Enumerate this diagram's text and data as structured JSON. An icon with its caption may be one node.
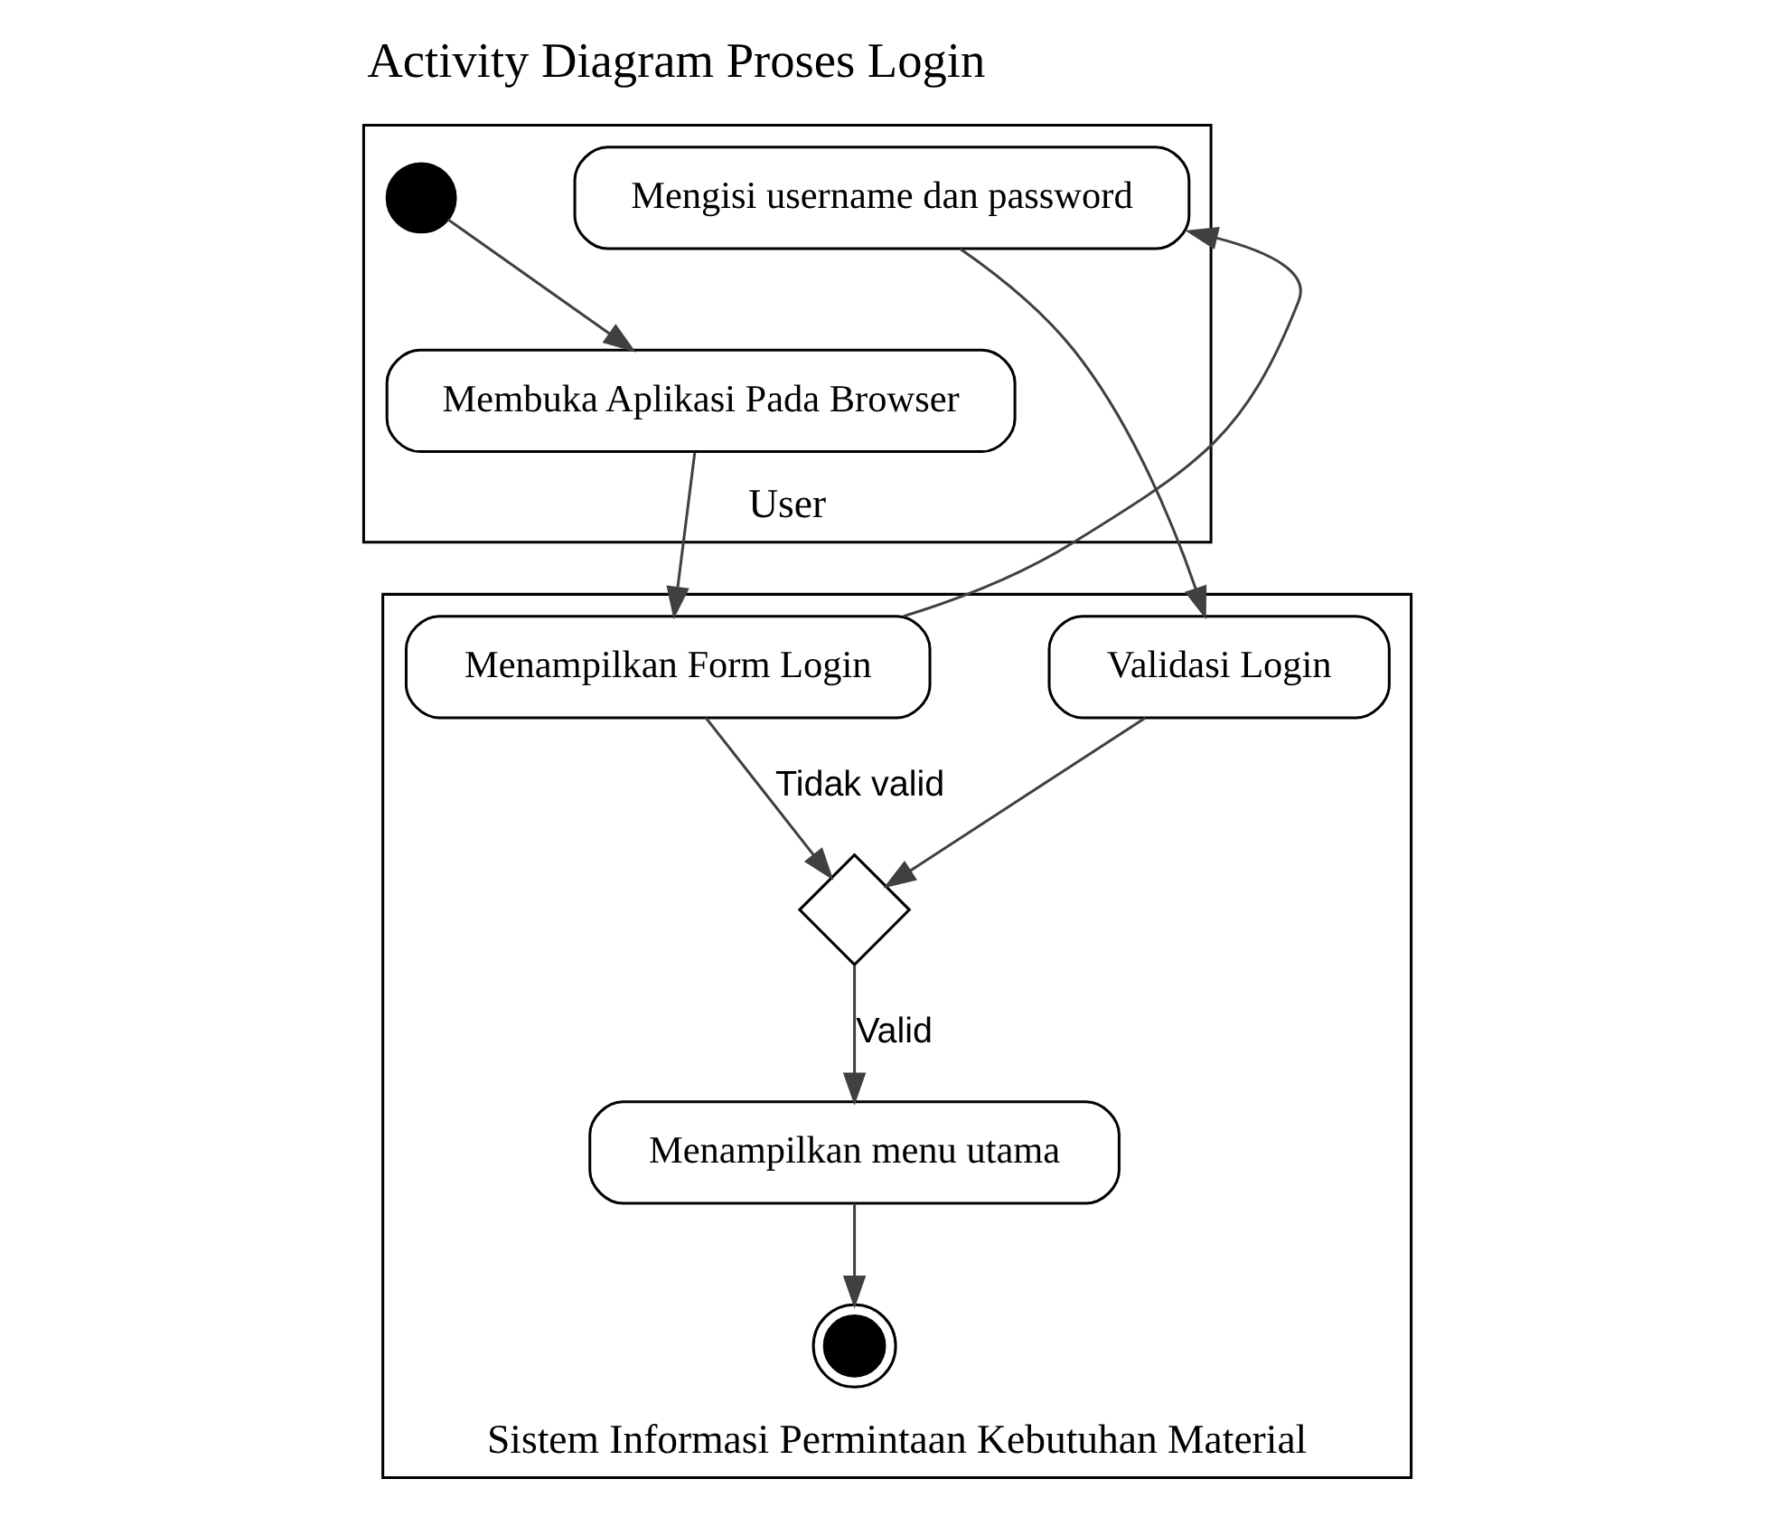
{
  "diagram": {
    "title": "Activity Diagram Proses Login",
    "nodes": [
      {
        "text": [
          "User"
        ]
      },
      {
        "text": [
          "Sistem Informasi Permintaan Kebutuhan Material"
        ]
      },
      {
        "text": [],
        "shape": "circle",
        "in": 0
      },
      {
        "text": [
          "Membuka Aplikasi Pada Browser"
        ],
        "in": 0
      },
      {
        "text": [
          "Mengisi username dan password"
        ],
        "in": 0
      },
      {
        "text": [
          "Menampilkan Form Login"
        ],
        "in": 1
      },
      {
        "text": [
          "Validasi Login"
        ],
        "in": 1
      },
      {
        "text": [],
        "shape": "diamond",
        "in": 1
      },
      {
        "text": [
          "Menampilkan menu utama"
        ],
        "in": 1
      },
      {
        "text": [],
        "shape": "circle",
        "in": 1
      }
    ],
    "edges": [
      {
        "from": 2,
        "to": 3,
        "arrow": "to"
      },
      {
        "from": 3,
        "to": 5,
        "arrow": "to"
      },
      {
        "from": 5,
        "to": 4,
        "arrow": "to"
      },
      {
        "from": 4,
        "to": 6,
        "arrow": "to"
      },
      {
        "from": 6,
        "to": 7,
        "arrow": "to"
      },
      {
        "from": 5,
        "to": 7,
        "arrow": "to",
        "label": "Tidak valid"
      },
      {
        "from": 7,
        "to": 8,
        "arrow": "to",
        "label": "Valid"
      },
      {
        "from": 8,
        "to": 9,
        "arrow": "to"
      }
    ]
  }
}
